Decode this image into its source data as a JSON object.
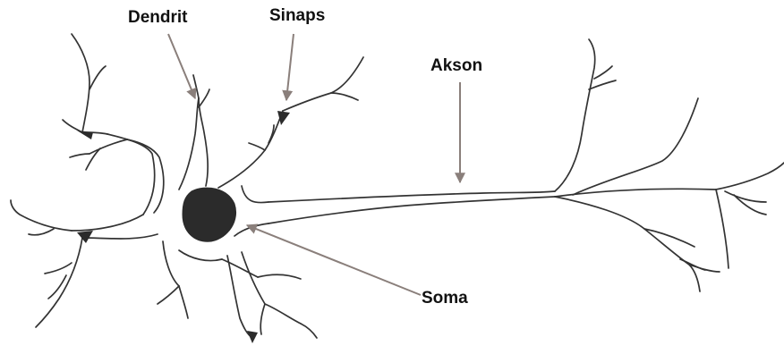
{
  "labels": {
    "dendrite": "Dendrit",
    "synapse": "Sinaps",
    "axon": "Akson",
    "soma": "Soma"
  },
  "colors": {
    "line": "#333333",
    "nucleus": "#2b2b2b",
    "arrow": "#8a7f7b",
    "background": "#ffffff"
  }
}
